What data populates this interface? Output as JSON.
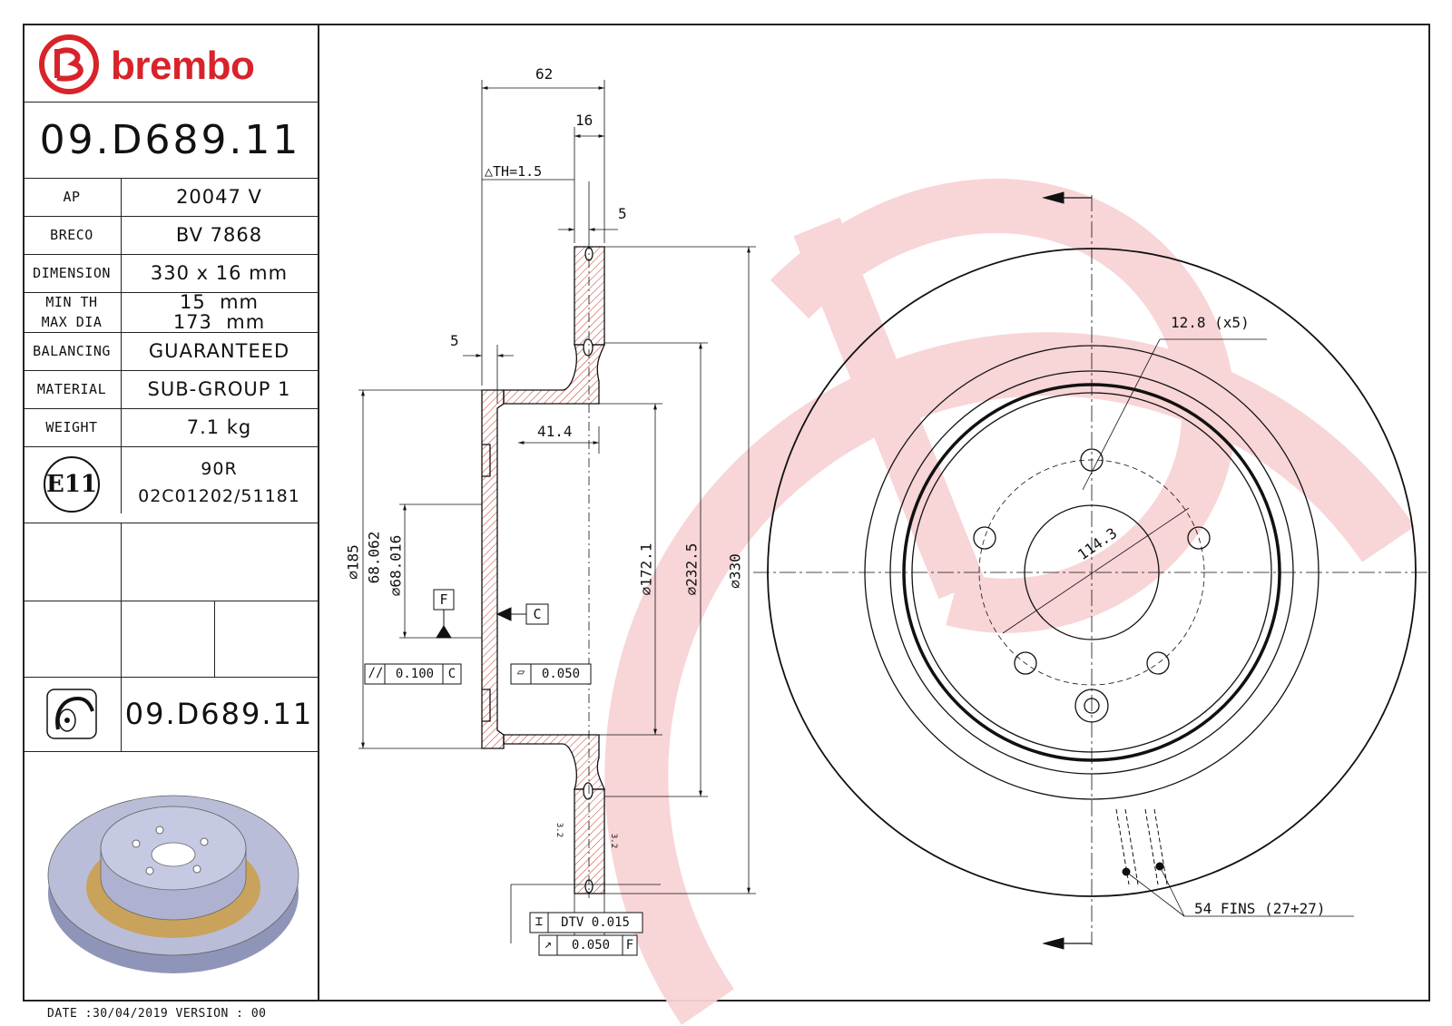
{
  "brand": {
    "name": "brembo",
    "color": "#d8232a"
  },
  "part_number": "09.D689.11",
  "spec_table": [
    {
      "label": "AP",
      "value": "20047 V"
    },
    {
      "label": "BRECO",
      "value": "BV 7868"
    },
    {
      "label": "DIMENSION",
      "value": "330 x 16 mm"
    },
    {
      "label": "MIN TH",
      "value": "15  mm"
    },
    {
      "label": "MAX DIA",
      "value": "173  mm"
    },
    {
      "label": "BALANCING",
      "value": "GUARANTEED"
    },
    {
      "label": "MATERIAL",
      "value": "SUB-GROUP 1"
    },
    {
      "label": "WEIGHT",
      "value": "7.1 kg"
    }
  ],
  "homologation": {
    "mark": "E11",
    "line1": "90R",
    "line2": "02C01202/51181"
  },
  "bottom_part_number": "09.D689.11",
  "footer": "DATE :30/04/2019 VERSION : 00",
  "dimensions": {
    "overall_width": "62",
    "thickness": "16",
    "th_note": "△TH=1.5",
    "rim_5_top": "5",
    "hat_5": "5",
    "hat_depth": "41.4",
    "dia_185": "⌀185",
    "dia_bore_upper": "68.062",
    "dia_bore_lower": "⌀68.016",
    "dia_172": "⌀172.1",
    "dia_232": "⌀232.5",
    "dia_330": "⌀330",
    "bolt_hole": "12.8 (x5)",
    "pcd": "114.3",
    "datum_f": "F",
    "datum_c": "C",
    "tol_parallel": "0.100",
    "tol_parallel_ref": "C",
    "tol_flat": "0.050",
    "dtv": "DTV 0.015",
    "runout": "0.050",
    "runout_ref": "F",
    "roughness_left": "3.2",
    "roughness_right": "3.2",
    "fins": "54 FINS (27+27)"
  },
  "colors": {
    "watermark": "#f8d3d5",
    "hatch": "#c0392b",
    "disc_face": "#b9bdd8",
    "hat_ring": "#c9a35c"
  }
}
